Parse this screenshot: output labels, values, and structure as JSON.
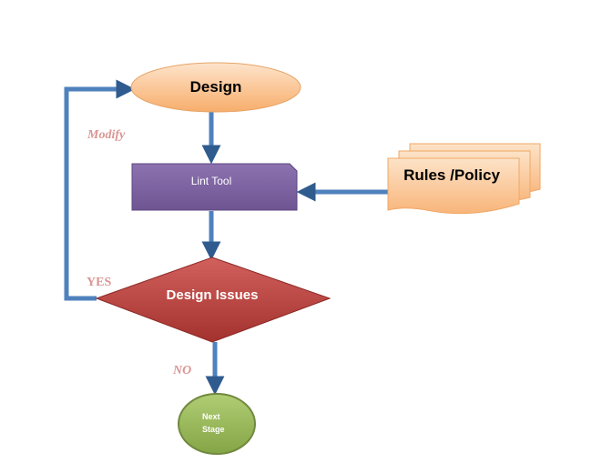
{
  "diagram": {
    "nodes": {
      "design": {
        "label": "Design",
        "shape": "ellipse"
      },
      "lint_tool": {
        "label": "Lint Tool",
        "shape": "process"
      },
      "rules_policy": {
        "label": "Rules /Policy",
        "shape": "multi-document"
      },
      "design_issues": {
        "label": "Design Issues",
        "shape": "decision"
      },
      "next_stage": {
        "label_line1": "Next",
        "label_line2": "Stage",
        "shape": "circle"
      }
    },
    "edges": {
      "modify": {
        "label": "Modify"
      },
      "yes": {
        "label": "YES"
      },
      "no": {
        "label": "NO"
      }
    },
    "colors": {
      "design_fill": "#fbc89a",
      "lint_fill": "#8064a2",
      "rules_fill": "#fbd0a6",
      "decision_fill": "#c0504d",
      "next_fill": "#9bbb59",
      "arrow": "#4f81bd",
      "edge_label": "#d99694"
    }
  }
}
